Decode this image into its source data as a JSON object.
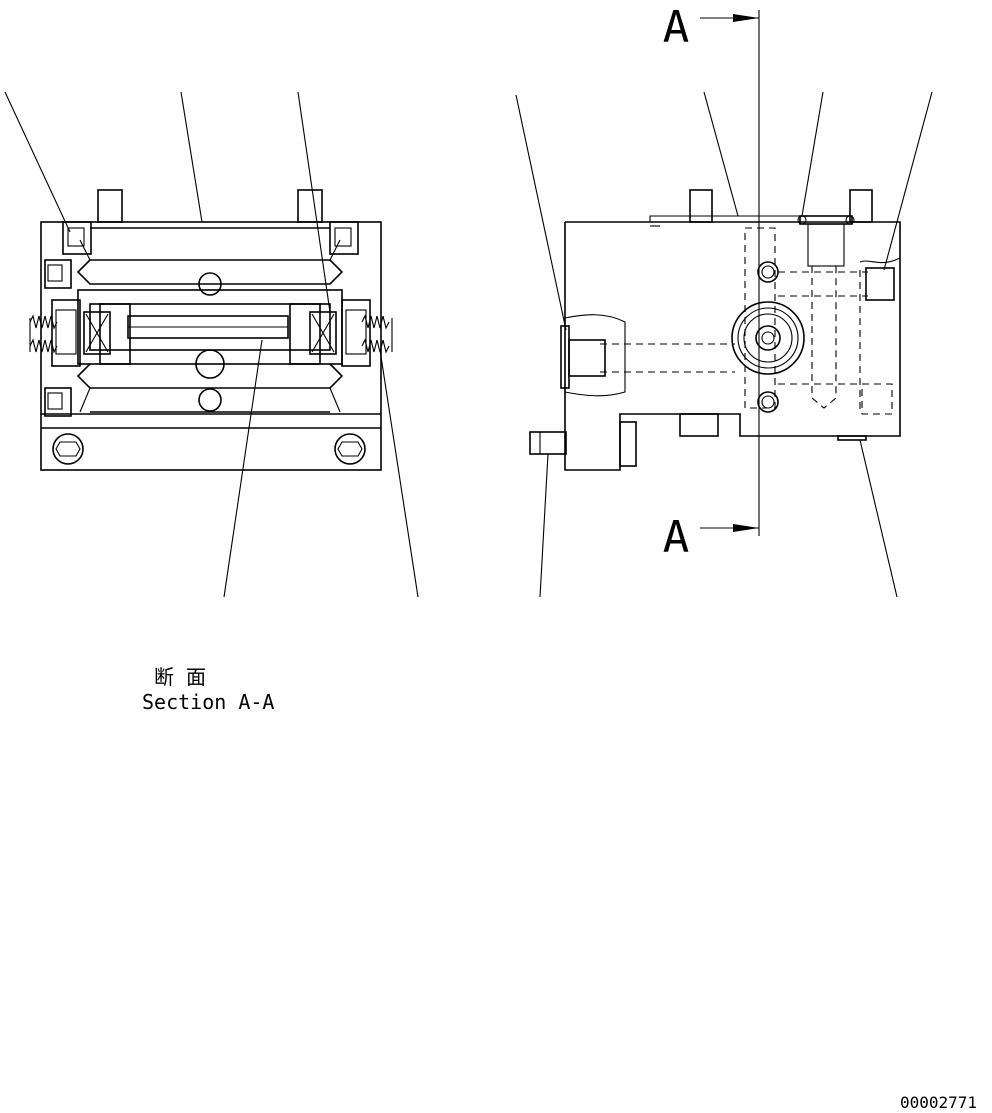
{
  "section_marker_top": "A",
  "section_marker_bottom": "A",
  "section_caption_jp": "断 面",
  "section_caption_en": "Section A-A",
  "drawing_number": "00002771"
}
